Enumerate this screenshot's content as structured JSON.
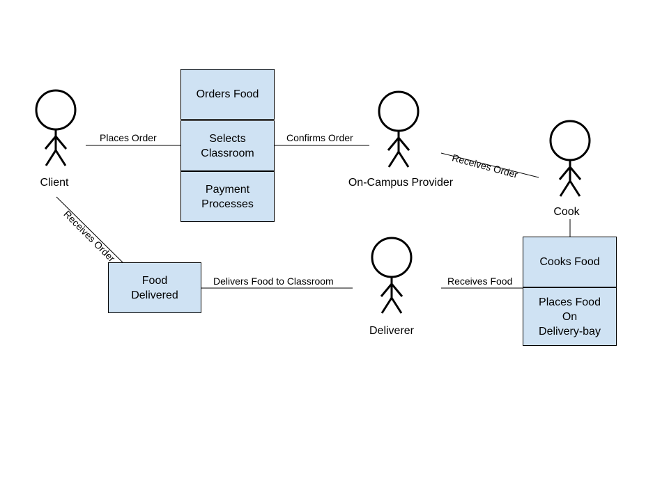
{
  "actors": {
    "client": "Client",
    "provider": "On-Campus Provider",
    "cook": "Cook",
    "deliverer": "Deliverer"
  },
  "boxes": {
    "orders_food": "Orders Food",
    "selects_classroom": "Selects\nClassroom",
    "payment_processes": "Payment\nProcesses",
    "food_delivered": "Food\nDelivered",
    "cooks_food": "Cooks Food",
    "places_food": "Places Food\nOn\nDelivery-bay"
  },
  "edges": {
    "places_order": "Places Order",
    "confirms_order": "Confirms Order",
    "receives_order_provider_cook": "Receives Order",
    "receives_order_client": "Receives Order",
    "delivers_food": "Delivers Food to Classroom",
    "receives_food": "Receives Food"
  },
  "colors": {
    "box_fill": "#cfe2f3",
    "stroke": "#000000"
  }
}
